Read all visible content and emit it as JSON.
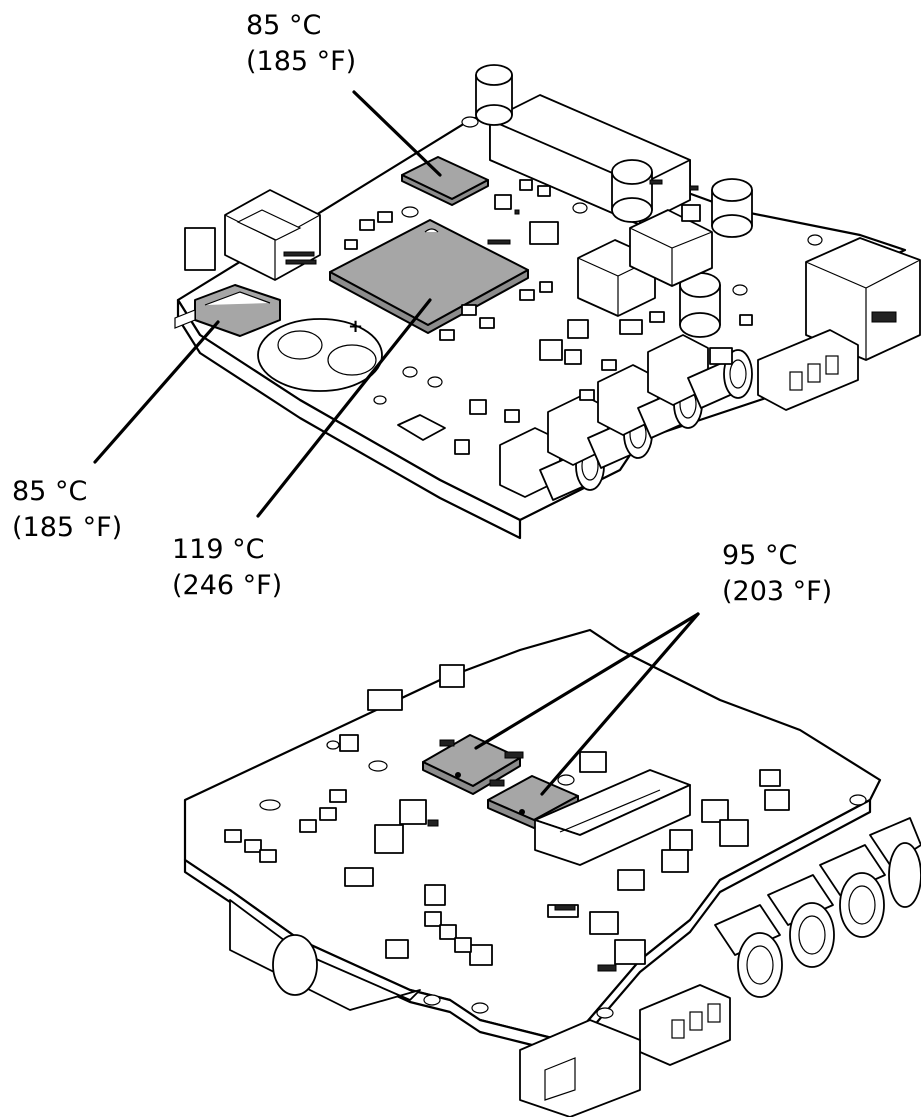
{
  "colors": {
    "line": "#000000",
    "board": "#ffffff",
    "chip_highlight": "#a6a6a6"
  },
  "callouts": {
    "top_small_chip": {
      "celsius": "85 °C",
      "fahrenheit": "(185 °F)"
    },
    "sd_card_slot": {
      "celsius": "85 °C",
      "fahrenheit": "(185 °F)"
    },
    "main_processor": {
      "celsius": "119 °C",
      "fahrenheit": "(246 °F)"
    },
    "bottom_chips": {
      "celsius": "95 °C",
      "fahrenheit": "(203 °F)"
    }
  }
}
